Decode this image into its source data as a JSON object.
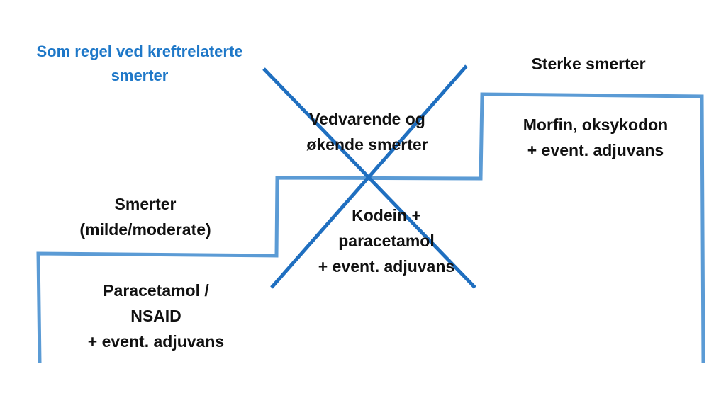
{
  "colors": {
    "stair_line": "#5b9bd5",
    "cross": "#1f6fc0",
    "note_text": "#1f78c8",
    "text": "#111111"
  },
  "note": {
    "line1": "Som regel ved kreftrelaterte",
    "line2": "smerter"
  },
  "steps": [
    {
      "title": [
        "Smerter",
        "(milde/moderate)"
      ],
      "body": [
        "Paracetamol  /",
        "NSAID",
        "+ event. adjuvans"
      ]
    },
    {
      "title": [
        "Vedvarende og",
        "økende smerter"
      ],
      "body": [
        "Kodein +",
        "paracetamol",
        "+ event. adjuvans"
      ],
      "crossed_out": true
    },
    {
      "title": [
        "Sterke smerter"
      ],
      "body": [
        "Morfin, oksykodon",
        "+ event. adjuvans"
      ]
    }
  ]
}
